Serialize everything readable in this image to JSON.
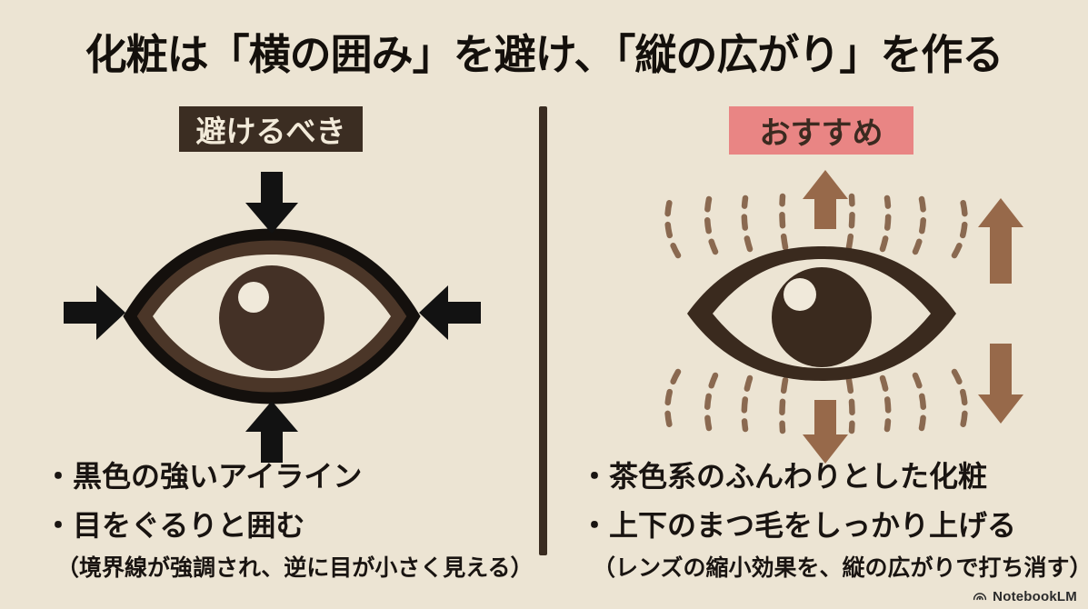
{
  "title": "化粧は「横の囲み」を避け、「縦の広がり」を作る",
  "left_panel": {
    "label": "避けるべき",
    "bullets": [
      "・黒色の強いアイライン",
      "・目をぐるりと囲む"
    ],
    "note": "（境界線が強調され、逆に目が小さく見える）"
  },
  "right_panel": {
    "label": "おすすめ",
    "bullets": [
      "・茶色系のふんわりとした化粧",
      "・上下のまつ毛をしっかり上げる"
    ],
    "note": "（レンズの縮小効果を、縦の広がりで打ち消す）"
  },
  "footer": {
    "brand": "NotebookLM"
  },
  "icons": {
    "left_figure": "eye-with-inward-black-arrows",
    "right_figure": "eye-with-vertical-brown-arrows-and-dashed-lashes",
    "footer_icon": "notebooklm-logo"
  },
  "colors": {
    "background": "#ece4d3",
    "text": "#191411",
    "avoid_label_bg": "#3b2d22",
    "avoid_label_text": "#f2ead9",
    "recommend_label_bg": "#e98584",
    "recommend_label_text": "#3b2a20",
    "black_arrow": "#121212",
    "brown_arrow": "#97694a",
    "lash_dash": "#8a6950",
    "divider": "#3a2c21",
    "eye_outline_left": "#14100d",
    "eye_lid_left": "#4b3628",
    "iris_left": "#443126",
    "eye_right": "#3a2a1e"
  }
}
